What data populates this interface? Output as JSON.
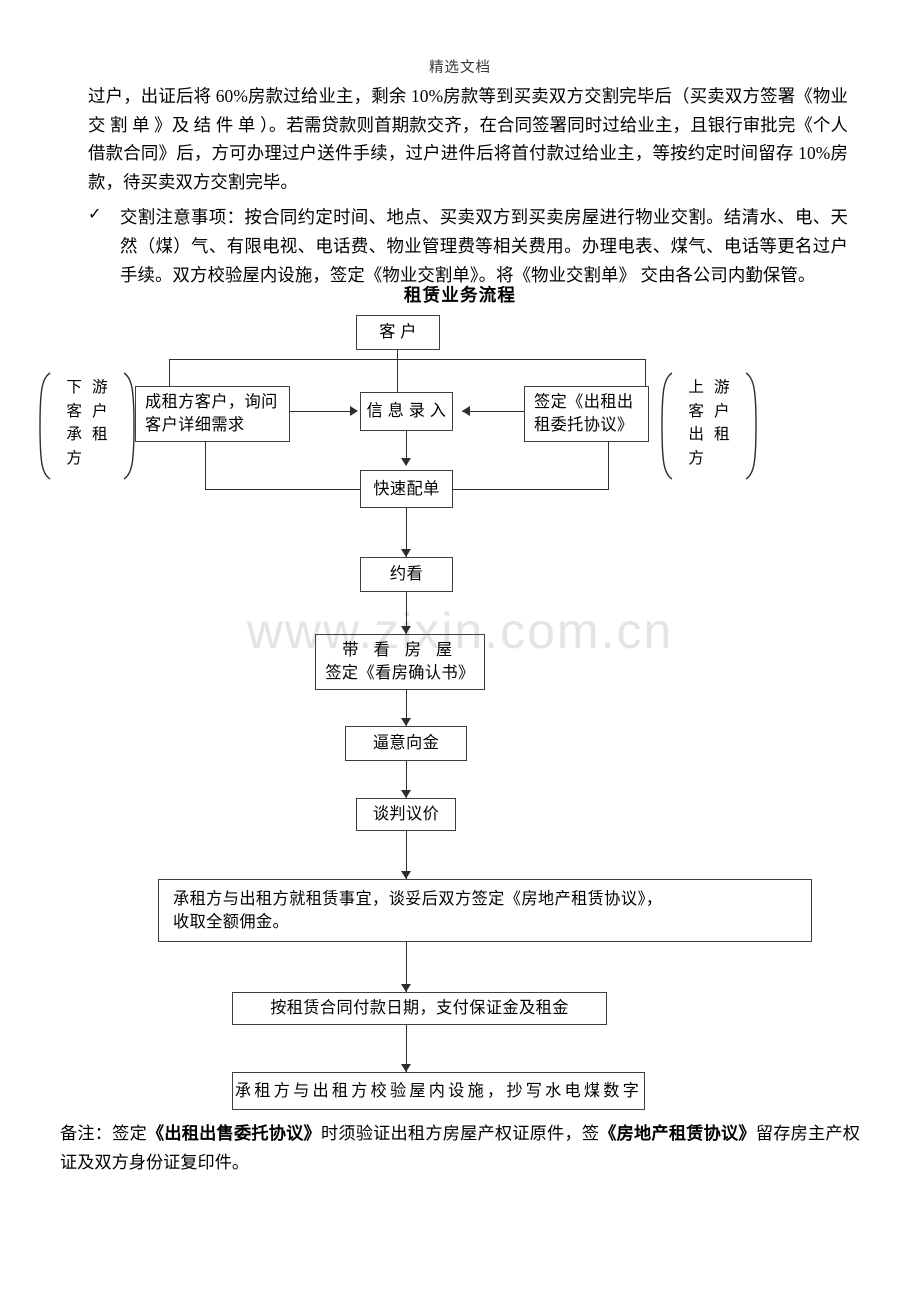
{
  "page": {
    "header": "精选文档",
    "watermark": "www.zixin.com.cn"
  },
  "prose": {
    "paragraph_1": "过户，出证后将 60%房款过给业主，剩余 10%房款等到买卖双方交割完毕后（买卖双方签署《物业 交 割 单 》及 结 件 单 ）。若需贷款则首期款交齐，在合同签署同时过给业主，且银行审批完《个人借款合同》后，方可办理过户送件手续，过户进件后将首付款过给业主，等按约定时间留存 10%房款，待买卖双方交割完毕。",
    "bullet_mark": "✓",
    "paragraph_2": "交割注意事项：按合同约定时间、地点、买卖双方到买卖房屋进行物业交割。结清水、电、天然（煤）气、有限电视、电话费、物业管理费等相关费用。办理电表、煤气、电话等更名过户手续。双方校验屋内设施，签定《物业交割单》。将《物业交割单》 交由各公司内勤保管。"
  },
  "flowchart": {
    "title": "租赁业务流程",
    "brackets": {
      "left": {
        "col1": [
          "下",
          "客",
          "承",
          "方"
        ],
        "col2": [
          "游",
          "户",
          "租"
        ]
      },
      "right": {
        "col1": [
          "上",
          "客",
          "出",
          "方"
        ],
        "col2": [
          "游",
          "户",
          "租"
        ]
      }
    },
    "nodes": {
      "customer": "客  户",
      "tenant_inquiry_l1": "成租方客户，询问",
      "tenant_inquiry_l2": "客户详细需求",
      "sign_entrust_l1": "签定《出租出",
      "sign_entrust_l2": "租委托协议》",
      "info_entry": "信 息 录 入",
      "quick_match": "快速配单",
      "appointment": "约看",
      "viewing_l1": "带 看 房 屋",
      "viewing_l2": "签定《看房确认书》",
      "intent_deposit": "逼意向金",
      "negotiation": "谈判议价",
      "agreement_l1": "承租方与出租方就租赁事宜，谈妥后双方签定《房地产租赁协议》，",
      "agreement_l2": "收取全额佣金。",
      "payment": "按租赁合同付款日期，支付保证金及租金",
      "handover": "承租方与出租方校验屋内设施，抄写水电煤数字"
    }
  },
  "footnote": {
    "prefix": "备注：签定",
    "doc_1": "《出租出售委托协议》",
    "middle": "时须验证出租方房屋产权证原件，签",
    "doc_2": "《房地产租赁协议》",
    "suffix": "留存房主产权证及双方身份证复印件。"
  }
}
